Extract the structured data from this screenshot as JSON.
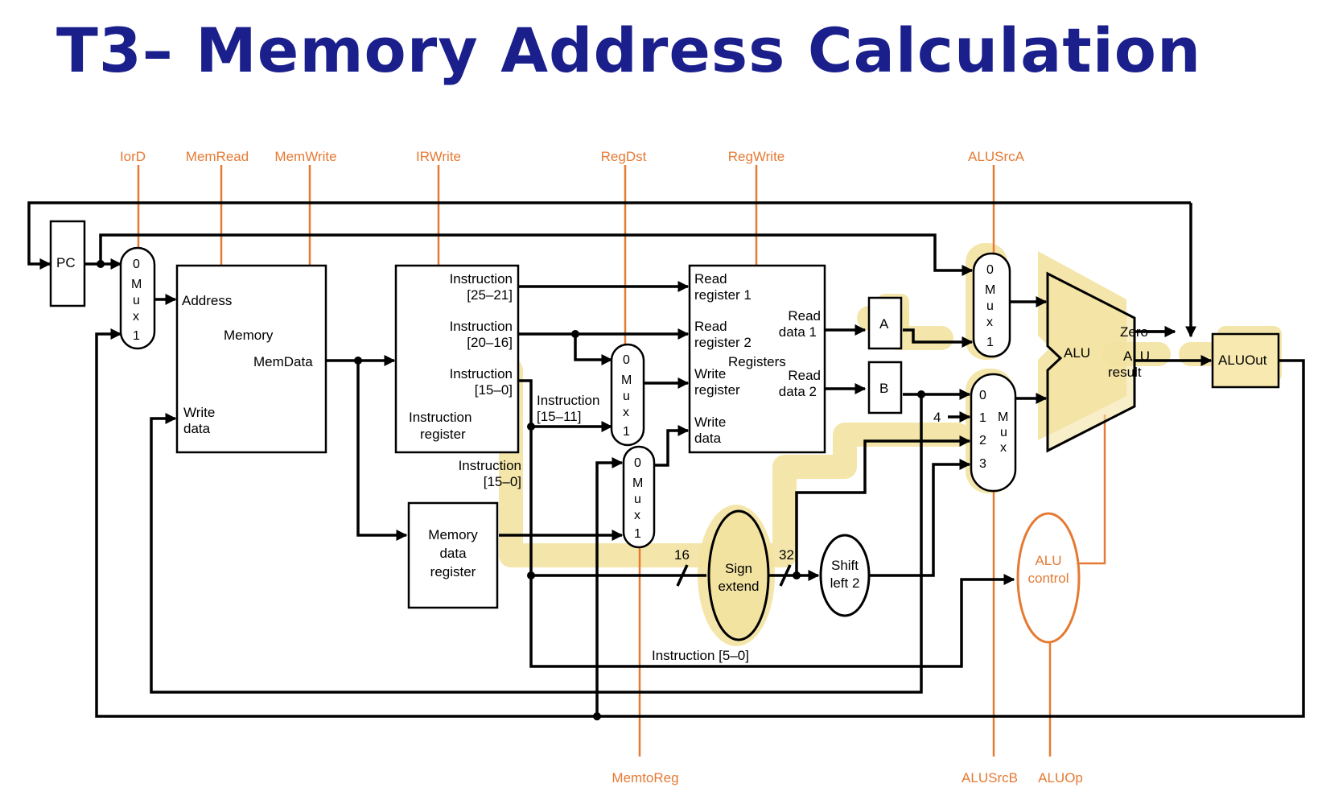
{
  "title": "T3– Memory Address Calculation",
  "colors": {
    "title": "#1a1f8c",
    "control": "#e57a33",
    "highlight": "#f3e3a1",
    "wire": "#000000"
  },
  "control_signals": {
    "iord": "IorD",
    "memread": "MemRead",
    "memwrite": "MemWrite",
    "irwrite": "IRWrite",
    "regdst": "RegDst",
    "regwrite": "RegWrite",
    "alusrca": "ALUSrcA",
    "memtoreg": "MemtoReg",
    "alusrcb": "ALUSrcB",
    "aluop": "ALUOp"
  },
  "blocks": {
    "pc": "PC",
    "memory": {
      "address": "Address",
      "name": "Memory",
      "memdata": "MemData",
      "write": "Write",
      "data": "data"
    },
    "ir": {
      "f1a": "Instruction",
      "f1b": "[25–21]",
      "f2a": "Instruction",
      "f2b": "[20–16]",
      "f3a": "Instruction",
      "f3b": "[15–0]",
      "name_a": "Instruction",
      "name_b": "register"
    },
    "imm": {
      "a": "Instruction",
      "b": "[15–0]"
    },
    "rd": {
      "a": "Instruction",
      "b": "[15–11]"
    },
    "mdr": {
      "a": "Memory",
      "b": "data",
      "c": "register"
    },
    "regs": {
      "rr1a": "Read",
      "rr1b": "register 1",
      "rr2a": "Read",
      "rr2b": "register 2",
      "wra": "Write",
      "wrb": "register",
      "wda": "Write",
      "wdb": "data",
      "name": "Registers",
      "rd1a": "Read",
      "rd1b": "data 1",
      "rd2a": "Read",
      "rd2b": "data 2"
    },
    "a": "A",
    "b": "B",
    "sign_extend": {
      "a": "Sign",
      "b": "extend"
    },
    "shift": {
      "a": "Shift",
      "b": "left 2"
    },
    "alu": {
      "name": "ALU",
      "zero": "Zero",
      "res_a": "ALU",
      "res_b": "result"
    },
    "aluout": "ALUOut",
    "alu_control": {
      "a": "ALU",
      "b": "control"
    },
    "funct": "Instruction [5–0]",
    "bits_in": "16",
    "bits_out": "32",
    "const4": "4",
    "mux_letters": [
      "M",
      "u",
      "x"
    ],
    "mux_inputs": {
      "zero": "0",
      "one": "1",
      "two": "2",
      "three": "3"
    }
  }
}
